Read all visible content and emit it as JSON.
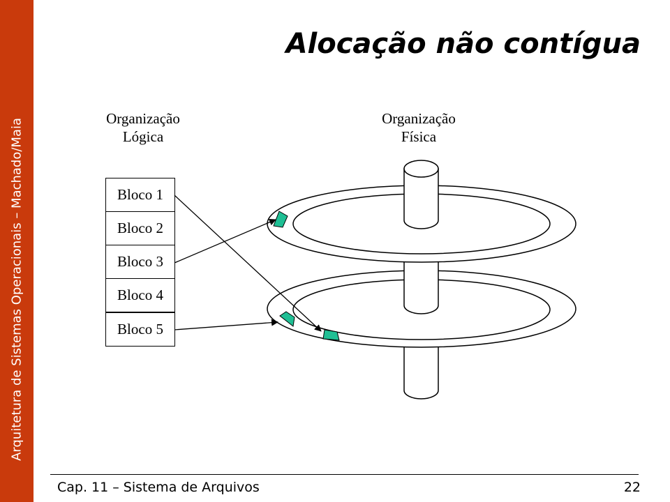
{
  "sidebar": {
    "text": "Arquitetura de Sistemas Operacionais – Machado/Maia",
    "color": "#c93a0c"
  },
  "title": "Alocação não contígua",
  "diagram": {
    "logical_heading": [
      "Organização",
      "Lógica"
    ],
    "physical_heading": [
      "Organização",
      "Física"
    ],
    "blocks": [
      "Bloco 1",
      "Bloco 2",
      "Bloco 3",
      "Bloco 4",
      "Bloco 5"
    ],
    "block_color": "#1fbf94"
  },
  "footer": {
    "chapter": "Cap. 11 – Sistema de Arquivos",
    "page": "22"
  }
}
